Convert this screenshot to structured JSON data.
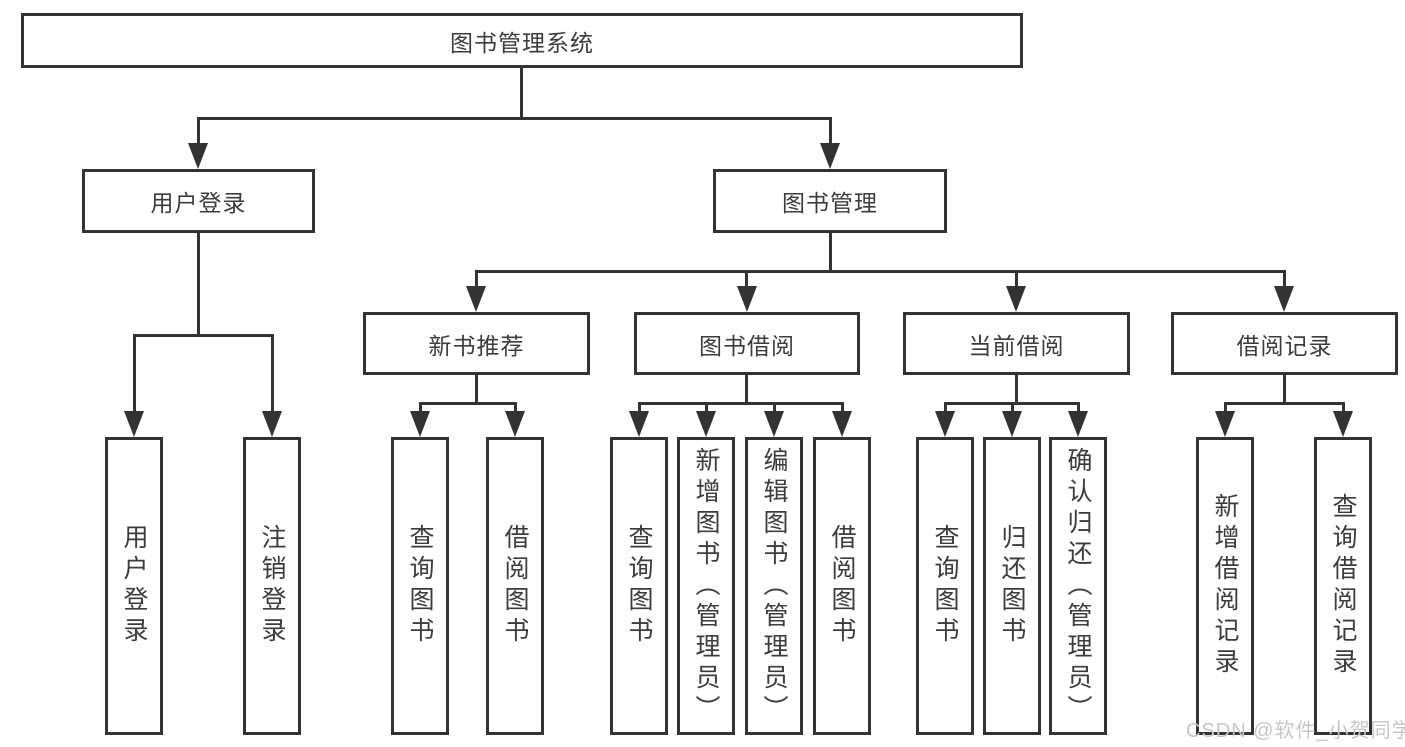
{
  "colors": {
    "line": "#333333",
    "text": "#3c3c3c",
    "bg": "#ffffff",
    "wm": "#c6c6c6"
  },
  "tree": {
    "root": {
      "label": "图书管理系统"
    },
    "level2": [
      {
        "label": "用户登录"
      },
      {
        "label": "图书管理"
      }
    ],
    "level3": [
      {
        "label": "新书推荐"
      },
      {
        "label": "图书借阅"
      },
      {
        "label": "当前借阅"
      },
      {
        "label": "借阅记录"
      }
    ],
    "leaves": {
      "user": [
        "用户登录",
        "注销登录"
      ],
      "newbook": [
        "查询图书",
        "借阅图书"
      ],
      "borrow": [
        "查询图书",
        "新增图书（管理员）",
        "编辑图书（管理员）",
        "借阅图书"
      ],
      "current": [
        "查询图书",
        "归还图书",
        "确认归还（管理员）"
      ],
      "records": [
        "新增借阅记录",
        "查询借阅记录"
      ]
    }
  },
  "watermark": {
    "text": "CSDN @软件_小贺同学"
  }
}
